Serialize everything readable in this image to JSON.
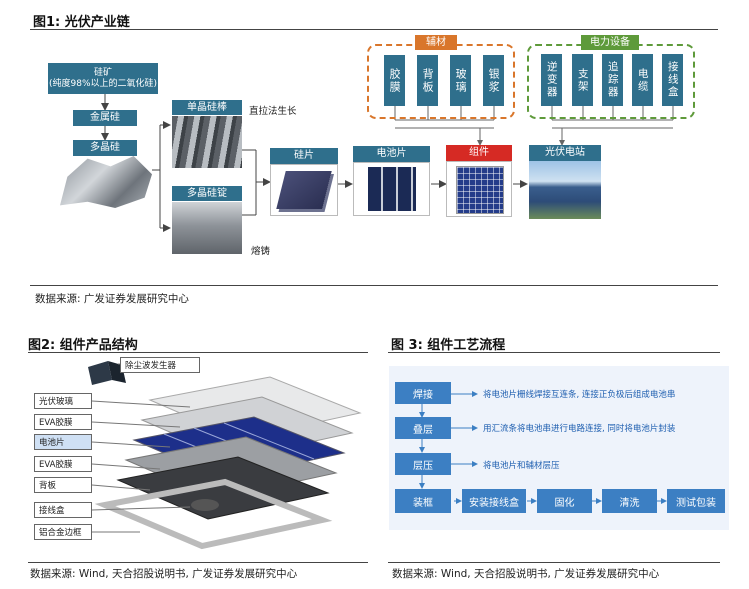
{
  "fig1": {
    "title": "图1: 光伏产业链",
    "silicon_ore": "硅矿\n(纯度98%以上的二氧化硅)",
    "metal_silicon": "金属硅",
    "poly_silicon": "多晶硅",
    "mono_rod": "单晶硅棒",
    "multi_ingot": "多晶硅锭",
    "czochralski": "直拉法生长",
    "casting": "熔铸",
    "wafer": "硅片",
    "cell": "电池片",
    "module": "组件",
    "pv_plant": "光伏电站",
    "aux_materials_title": "辅材",
    "aux_materials": [
      "胶膜",
      "背板",
      "玻璃",
      "银浆"
    ],
    "power_equipment_title": "电力设备",
    "power_equipment": [
      "逆变器",
      "支架",
      "追踪器",
      "电缆",
      "接线盒"
    ],
    "source": "数据来源: 广发证券发展研究中心"
  },
  "fig2": {
    "title": "图2: 组件产品结构",
    "layers": [
      "除尘波发生器",
      "光伏玻璃",
      "EVA胶膜",
      "电池片",
      "EVA胶膜",
      "背板",
      "接线盒",
      "铝合金边框"
    ],
    "source": "数据来源: Wind, 天合招股说明书, 广发证券发展研究中心"
  },
  "fig3": {
    "title": "图 3: 组件工艺流程",
    "steps": [
      "焊接",
      "叠层",
      "层压",
      "装框"
    ],
    "notes": [
      "将电池片栅线焊接互连条, 连接正负极后组成电池串",
      "用汇流条将电池串进行电路连接, 同时将电池片封装",
      "将电池片和辅材层压"
    ],
    "tail_steps": [
      "安装接线盒",
      "固化",
      "清洗",
      "测试包装"
    ],
    "source": "数据来源: Wind, 天合招股说明书, 广发证券发展研究中心"
  },
  "colors": {
    "teal": "#2f6f8c",
    "orange": "#d9762b",
    "green": "#5e9a3a",
    "red": "#d62a24",
    "flow_blue": "#3c7fc3"
  }
}
